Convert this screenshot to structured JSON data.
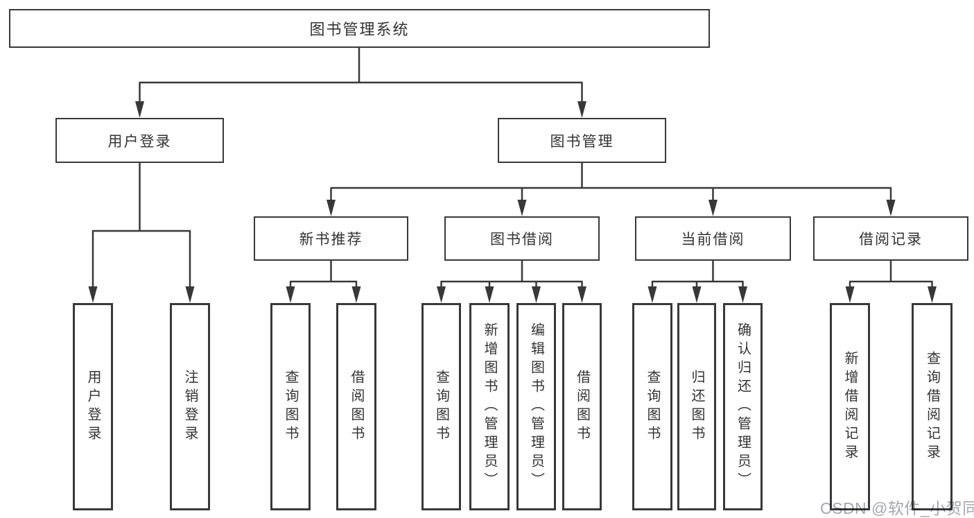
{
  "colors": {
    "bg": "#ffffff",
    "line": "#383838",
    "text": "#333333",
    "watermark": "#a5a7b0"
  },
  "watermark": {
    "text": "CSDN @软件_小贺同学"
  },
  "tree": {
    "root": {
      "label": "图书管理系统"
    },
    "branches": [
      {
        "label": "用户登录",
        "children": [
          {
            "label": "用户登录"
          },
          {
            "label": "注销登录"
          }
        ]
      },
      {
        "label": "图书管理",
        "children": [
          {
            "label": "新书推荐",
            "children": [
              {
                "label": "查询图书"
              },
              {
                "label": "借阅图书"
              }
            ]
          },
          {
            "label": "图书借阅",
            "children": [
              {
                "label": "查询图书"
              },
              {
                "label": "新增图书（管理员）"
              },
              {
                "label": "编辑图书（管理员）"
              },
              {
                "label": "借阅图书"
              }
            ]
          },
          {
            "label": "当前借阅",
            "children": [
              {
                "label": "查询图书"
              },
              {
                "label": "归还图书"
              },
              {
                "label": "确认归还（管理员）"
              }
            ]
          },
          {
            "label": "借阅记录",
            "children": [
              {
                "label": "新增借阅记录"
              },
              {
                "label": "查询借阅记录"
              }
            ]
          }
        ]
      }
    ]
  }
}
